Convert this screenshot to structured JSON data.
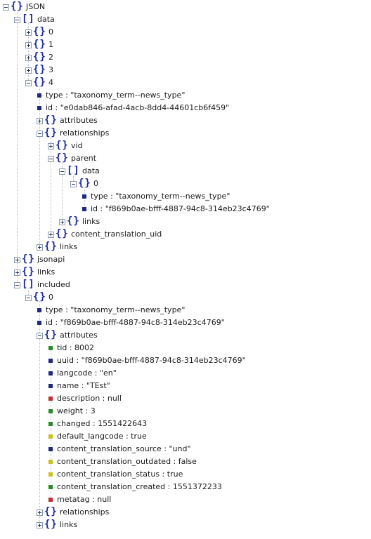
{
  "colors": {
    "object": "#1d2a9c",
    "array": "#1d2a9c",
    "string": "#1f2b7a",
    "number": "#2b8a2b",
    "boolean": "#c8c21e",
    "null": "#c33030"
  },
  "tree": [
    {
      "depth": 0,
      "toggle": "minus",
      "icon": "object",
      "label": "JSON"
    },
    {
      "depth": 1,
      "toggle": "minus",
      "icon": "array",
      "label": "data"
    },
    {
      "depth": 2,
      "toggle": "plus",
      "icon": "object",
      "label": "0"
    },
    {
      "depth": 2,
      "toggle": "plus",
      "icon": "object",
      "label": "1"
    },
    {
      "depth": 2,
      "toggle": "plus",
      "icon": "object",
      "label": "2"
    },
    {
      "depth": 2,
      "toggle": "plus",
      "icon": "object",
      "label": "3"
    },
    {
      "depth": 2,
      "toggle": "minus",
      "icon": "object",
      "label": "4"
    },
    {
      "depth": 3,
      "toggle": "",
      "icon": "string",
      "label": "type : \"taxonomy_term--news_type\""
    },
    {
      "depth": 3,
      "toggle": "",
      "icon": "string",
      "label": "id : \"e0dab846-afad-4acb-8dd4-44601cb6f459\""
    },
    {
      "depth": 3,
      "toggle": "plus",
      "icon": "object",
      "label": "attributes"
    },
    {
      "depth": 3,
      "toggle": "minus",
      "icon": "object",
      "label": "relationships"
    },
    {
      "depth": 4,
      "toggle": "plus",
      "icon": "object",
      "label": "vid"
    },
    {
      "depth": 4,
      "toggle": "minus",
      "icon": "object",
      "label": "parent"
    },
    {
      "depth": 5,
      "toggle": "minus",
      "icon": "array",
      "label": "data"
    },
    {
      "depth": 6,
      "toggle": "minus",
      "icon": "object",
      "label": "0"
    },
    {
      "depth": 7,
      "toggle": "",
      "icon": "string",
      "label": "type : \"taxonomy_term--news_type\""
    },
    {
      "depth": 7,
      "toggle": "",
      "icon": "string",
      "label": "id : \"f869b0ae-bfff-4887-94c8-314eb23c4769\""
    },
    {
      "depth": 5,
      "toggle": "plus",
      "icon": "object",
      "label": "links"
    },
    {
      "depth": 4,
      "toggle": "plus",
      "icon": "object",
      "label": "content_translation_uid"
    },
    {
      "depth": 3,
      "toggle": "plus",
      "icon": "object",
      "label": "links"
    },
    {
      "depth": 1,
      "toggle": "plus",
      "icon": "object",
      "label": "jsonapi"
    },
    {
      "depth": 1,
      "toggle": "plus",
      "icon": "object",
      "label": "links"
    },
    {
      "depth": 1,
      "toggle": "minus",
      "icon": "array",
      "label": "included"
    },
    {
      "depth": 2,
      "toggle": "minus",
      "icon": "object",
      "label": "0"
    },
    {
      "depth": 3,
      "toggle": "",
      "icon": "string",
      "label": "type : \"taxonomy_term--news_type\""
    },
    {
      "depth": 3,
      "toggle": "",
      "icon": "string",
      "label": "id : \"f869b0ae-bfff-4887-94c8-314eb23c4769\""
    },
    {
      "depth": 3,
      "toggle": "minus",
      "icon": "object",
      "label": "attributes"
    },
    {
      "depth": 4,
      "toggle": "",
      "icon": "number",
      "label": "tid : 8002"
    },
    {
      "depth": 4,
      "toggle": "",
      "icon": "string",
      "label": "uuid : \"f869b0ae-bfff-4887-94c8-314eb23c4769\""
    },
    {
      "depth": 4,
      "toggle": "",
      "icon": "string",
      "label": "langcode : \"en\""
    },
    {
      "depth": 4,
      "toggle": "",
      "icon": "string",
      "label": "name : \"TEst\""
    },
    {
      "depth": 4,
      "toggle": "",
      "icon": "null",
      "label": "description : null"
    },
    {
      "depth": 4,
      "toggle": "",
      "icon": "number",
      "label": "weight : 3"
    },
    {
      "depth": 4,
      "toggle": "",
      "icon": "number",
      "label": "changed : 1551422643"
    },
    {
      "depth": 4,
      "toggle": "",
      "icon": "boolean",
      "label": "default_langcode : true"
    },
    {
      "depth": 4,
      "toggle": "",
      "icon": "string",
      "label": "content_translation_source : \"und\""
    },
    {
      "depth": 4,
      "toggle": "",
      "icon": "boolean",
      "label": "content_translation_outdated : false"
    },
    {
      "depth": 4,
      "toggle": "",
      "icon": "boolean",
      "label": "content_translation_status : true"
    },
    {
      "depth": 4,
      "toggle": "",
      "icon": "number",
      "label": "content_translation_created : 1551372233"
    },
    {
      "depth": 4,
      "toggle": "",
      "icon": "null",
      "label": "metatag : null"
    },
    {
      "depth": 3,
      "toggle": "plus",
      "icon": "object",
      "label": "relationships"
    },
    {
      "depth": 3,
      "toggle": "plus",
      "icon": "object",
      "label": "links"
    }
  ]
}
